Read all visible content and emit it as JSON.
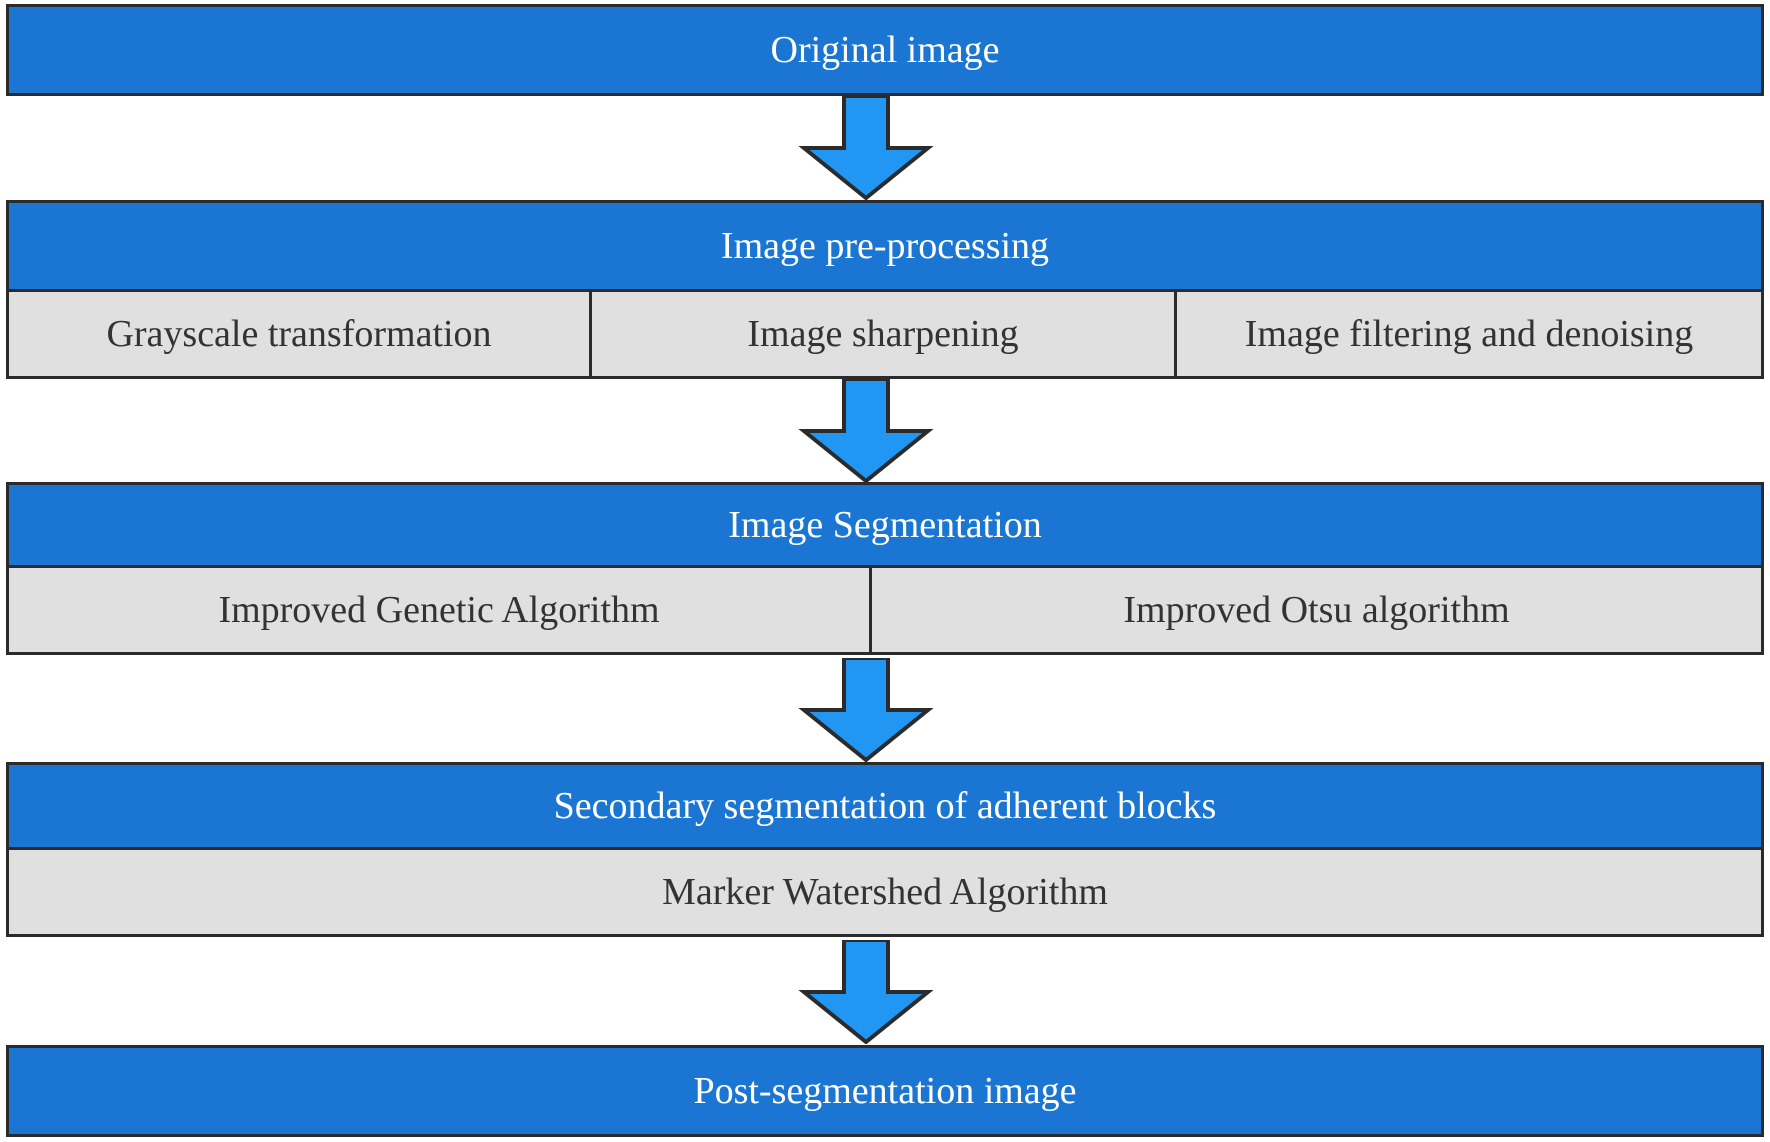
{
  "colors": {
    "header_fill": "#1a76d2",
    "sub_fill": "#e0e0e0",
    "arrow_fill": "#2196f3",
    "border": "#2b2b2b"
  },
  "steps": [
    {
      "title": "Original image"
    },
    {
      "title": "Image pre-processing",
      "sub": [
        "Grayscale transformation",
        "Image sharpening",
        "Image filtering and denoising"
      ]
    },
    {
      "title": "Image Segmentation",
      "sub": [
        "Improved Genetic Algorithm",
        "Improved Otsu algorithm"
      ]
    },
    {
      "title": "Secondary segmentation of adherent blocks",
      "sub": [
        "Marker Watershed Algorithm"
      ]
    },
    {
      "title": "Post-segmentation image"
    }
  ]
}
